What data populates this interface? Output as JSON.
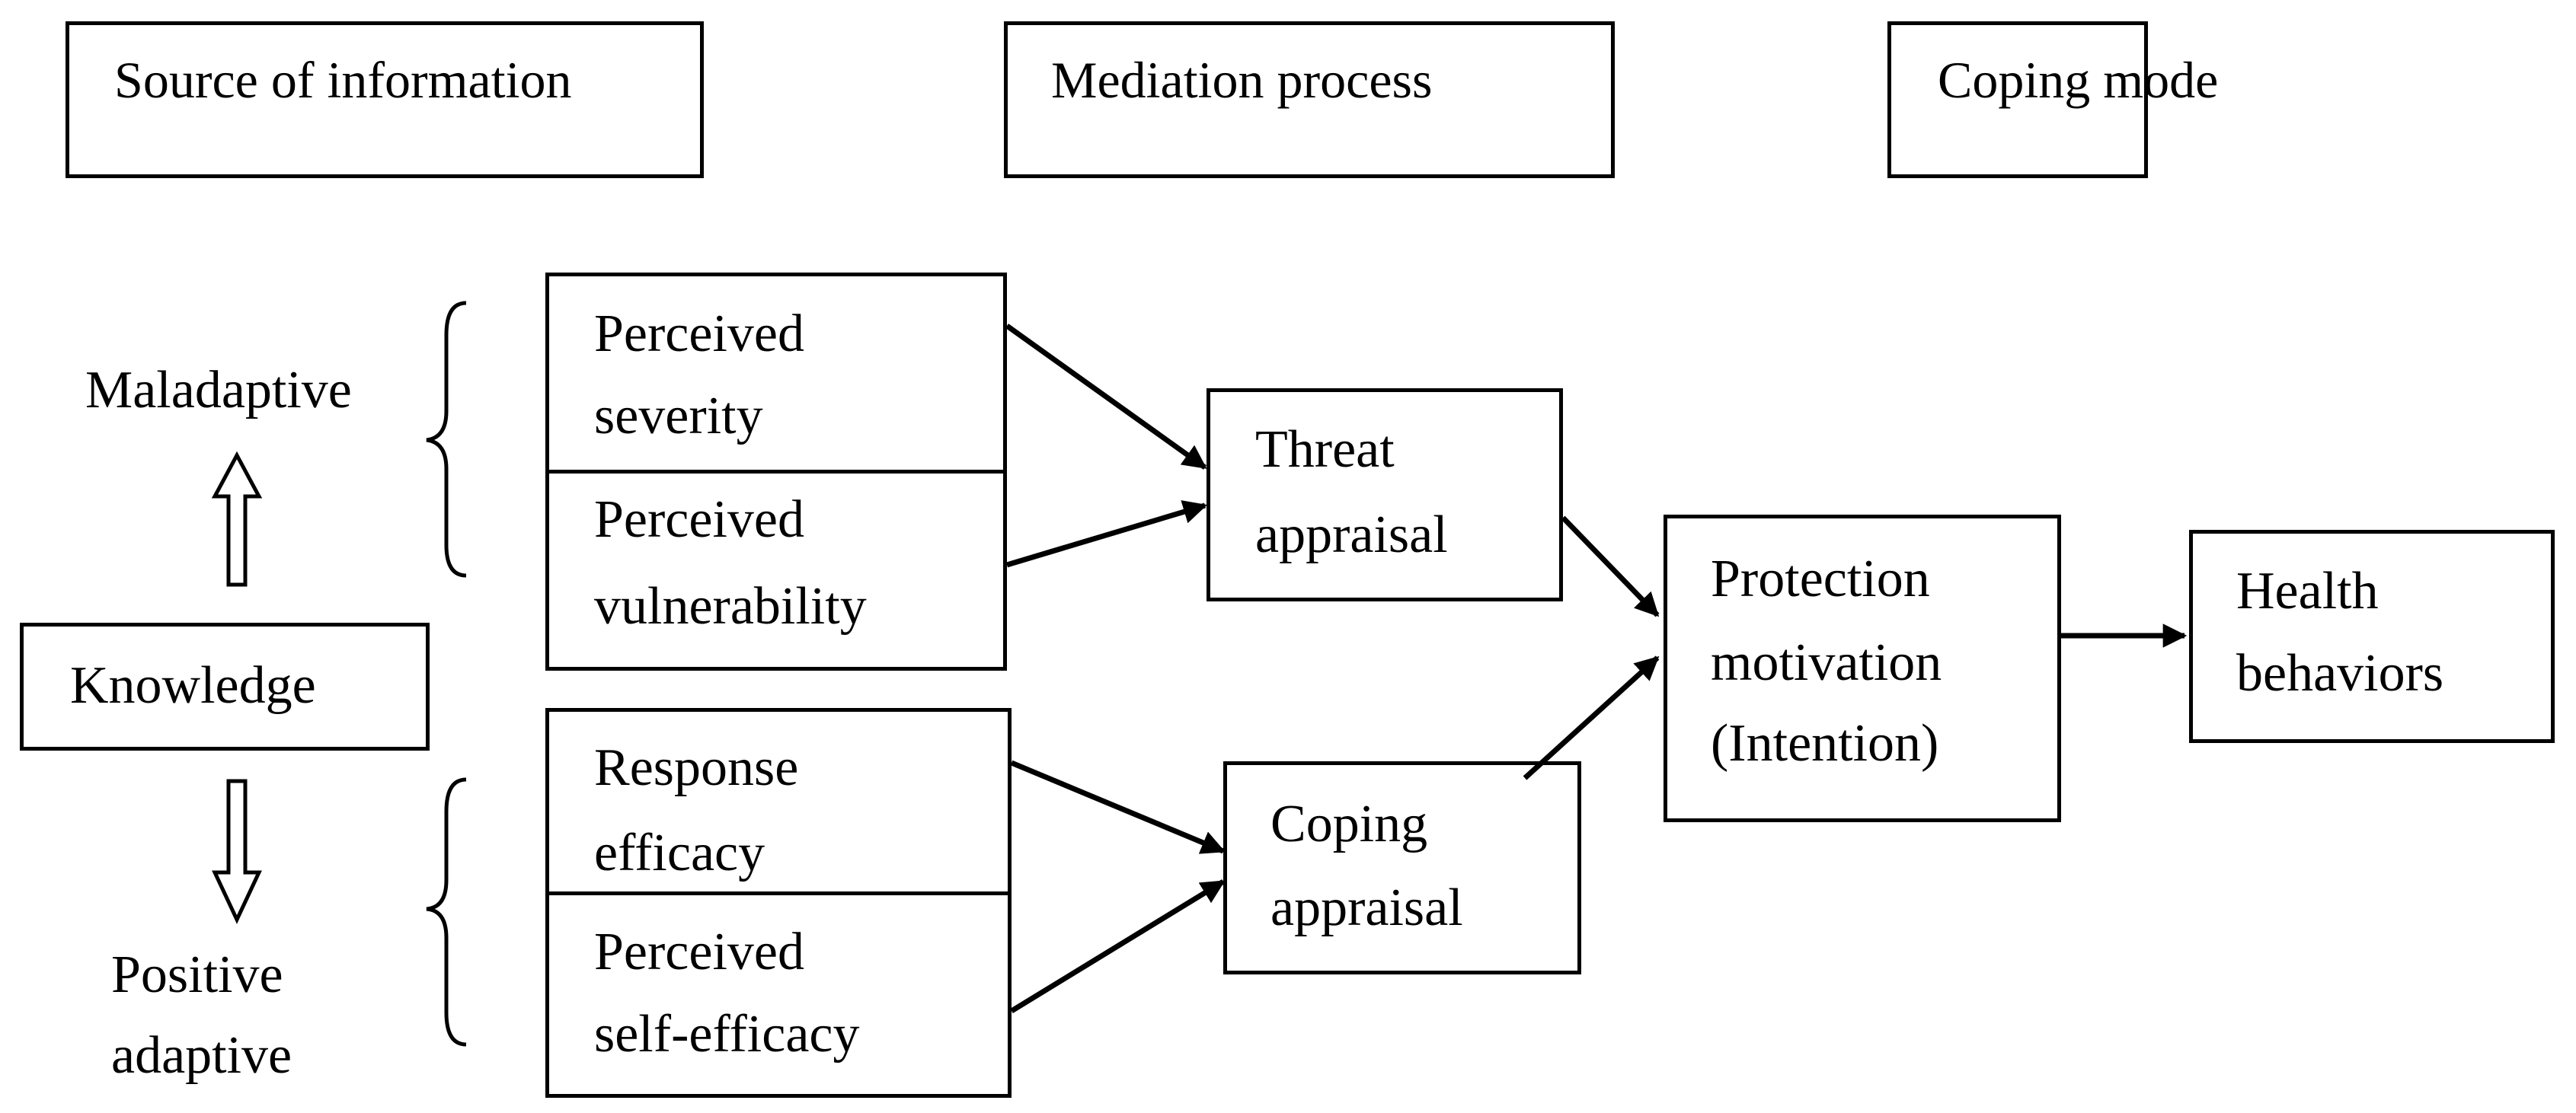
{
  "header": {
    "source": "Source of information",
    "mediation": "Mediation process",
    "coping_mode": "Coping mode"
  },
  "left": {
    "maladaptive": "Maladaptive",
    "knowledge": "Knowledge",
    "positive_line1": "Positive",
    "positive_line2": "adaptive"
  },
  "factors": {
    "severity_line1": "Perceived",
    "severity_line2": "severity",
    "vulnerability_line1": "Perceived",
    "vulnerability_line2": "vulnerability",
    "response_line1": "Response",
    "response_line2": "efficacy",
    "selfefficacy_line1": "Perceived",
    "selfefficacy_line2": "self-efficacy"
  },
  "appraisals": {
    "threat_line1": "Threat",
    "threat_line2": "appraisal",
    "coping_line1": "Coping",
    "coping_line2": "appraisal"
  },
  "outcomes": {
    "protection_line1": "Protection",
    "protection_line2": "motivation",
    "protection_line3": "(Intention)",
    "health_line1": "Health",
    "health_line2": "behaviors"
  }
}
